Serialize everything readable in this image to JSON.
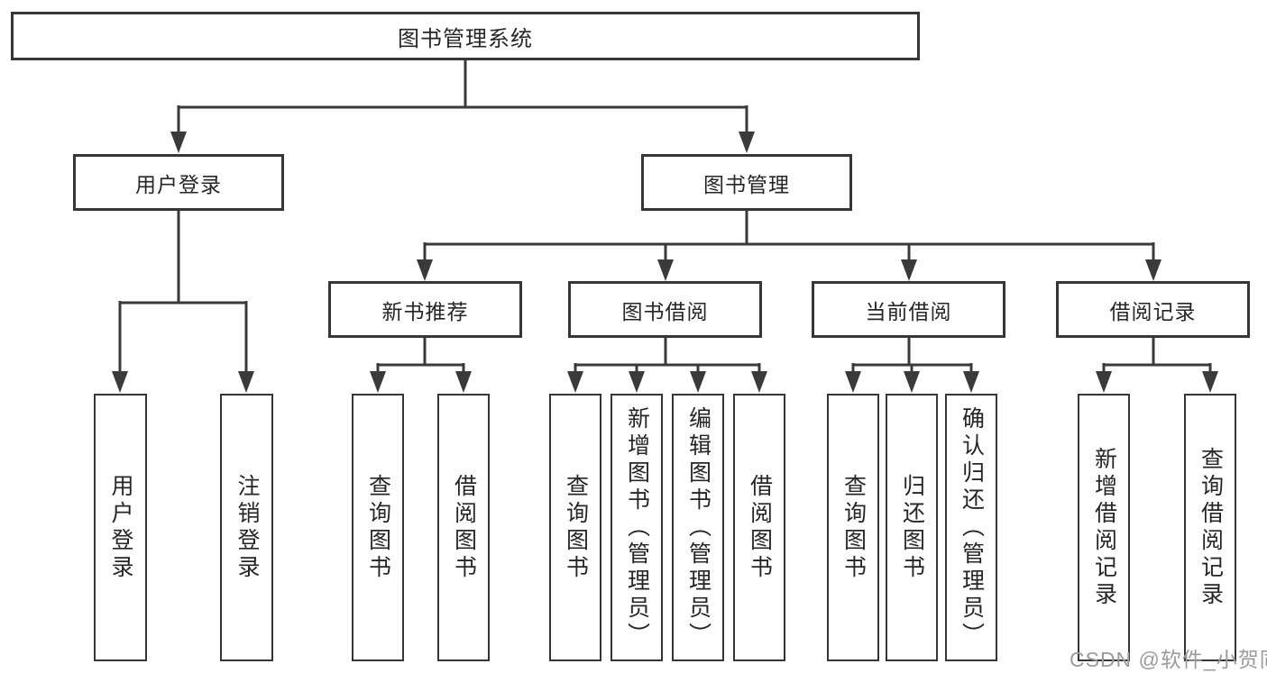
{
  "diagram": {
    "root": {
      "label": "图书管理系统"
    },
    "level2": [
      {
        "label": "用户登录"
      },
      {
        "label": "图书管理"
      }
    ],
    "level3": [
      {
        "label": "新书推荐"
      },
      {
        "label": "图书借阅"
      },
      {
        "label": "当前借阅"
      },
      {
        "label": "借阅记录"
      }
    ],
    "leaves": {
      "user_login": [
        "用户登录",
        "注销登录"
      ],
      "new_book": [
        "查询图书",
        "借阅图书"
      ],
      "book_borrowing": [
        "查询图书",
        "新增图书（管理员）",
        "编辑图书（管理员）",
        "借阅图书"
      ],
      "current_borrowing": [
        "查询图书",
        "归还图书",
        "确认归还（管理员）"
      ],
      "records": [
        "新增借阅记录",
        "查询借阅记录"
      ]
    }
  },
  "watermark": {
    "text": "CSDN @软件_小贺同学"
  },
  "colors": {
    "line": "#3a3a3a",
    "text": "#262626",
    "box_background": "#ffffff",
    "page_background": "#ffffff",
    "watermark": "#9b9b9b"
  }
}
